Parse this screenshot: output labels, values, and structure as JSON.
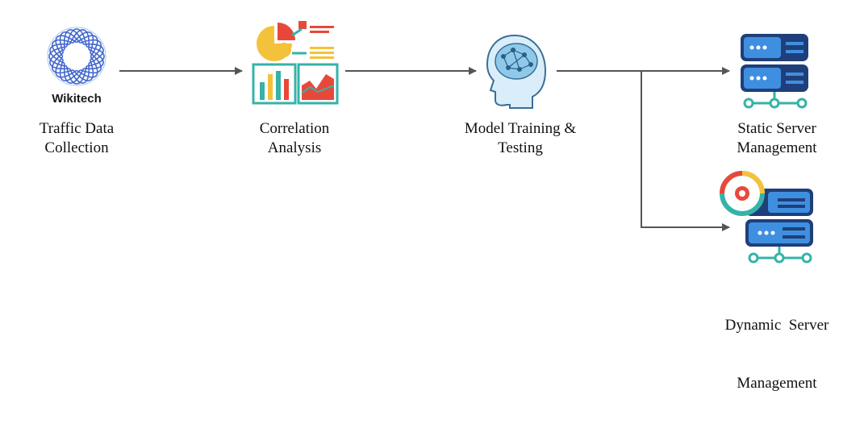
{
  "nodes": {
    "collection": {
      "brand": "Wikitech",
      "line1": "Traffic Data",
      "line2": "Collection"
    },
    "correlation": {
      "line1": "Correlation",
      "line2": "Analysis"
    },
    "model": {
      "line1": "Model Training &",
      "line2": "Testing"
    },
    "static": {
      "line1": "Static Server",
      "line2": "Management"
    },
    "dynamic": {
      "line1": "Dynamic  Server",
      "line2": "Management"
    }
  },
  "icons": {
    "collection": "wikitech-logo-icon",
    "correlation": "analytics-charts-icon",
    "model": "brain-head-icon",
    "static": "server-stack-icon",
    "dynamic": "server-gear-icon"
  },
  "colors": {
    "arrow": "#555555",
    "logo_blue": "#2f58c8",
    "server_navy": "#1f3f7a",
    "server_blue": "#3f8fe0",
    "teal": "#35b3a8",
    "chart_yellow": "#f4c23a",
    "chart_red": "#e8483a",
    "brain_blue": "#8fc9ea"
  }
}
